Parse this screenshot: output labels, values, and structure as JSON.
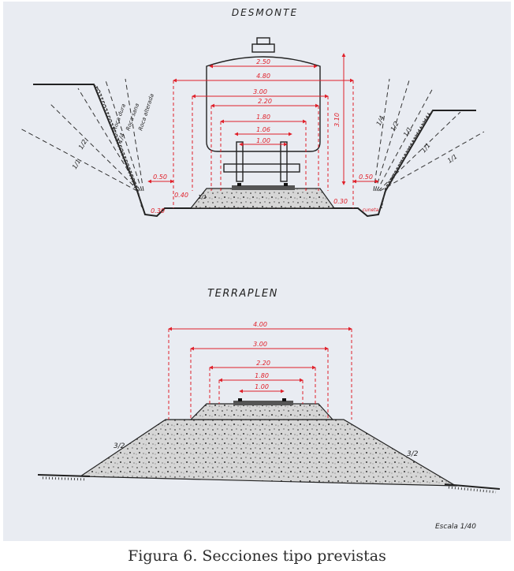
{
  "caption": "Figura 6. Secciones tipo previstas",
  "colors": {
    "paper": "#e9ecf2",
    "ink": "#222222",
    "dimension": "#e0202a",
    "fill": "#d8d8d8"
  },
  "desmonte": {
    "title": "DESMONTE",
    "dimensions": [
      "2.50",
      "4.80",
      "3.00",
      "2.20",
      "1.80",
      "1.06",
      "1.00"
    ],
    "height_label": "3.10",
    "small_labels": [
      "0.50",
      "0.50",
      "0.40",
      "0.30",
      "0.30",
      "1/1"
    ],
    "cuneta_label": "cuneta",
    "left_slopes": [
      "1/1",
      "1/2",
      "1/4",
      "Roca dura",
      "Roca sana",
      "Roca alterada"
    ],
    "right_slopes": [
      "1/4",
      "1/2",
      "1/1",
      "1/1",
      "1/1"
    ]
  },
  "terraplen": {
    "title": "TERRAPLEN",
    "dimensions": [
      "4.00",
      "3.00",
      "2.20",
      "1.80",
      "1.00"
    ],
    "slope_left": "3/2",
    "slope_right": "3/2"
  },
  "scale_label": "Escala 1/40"
}
